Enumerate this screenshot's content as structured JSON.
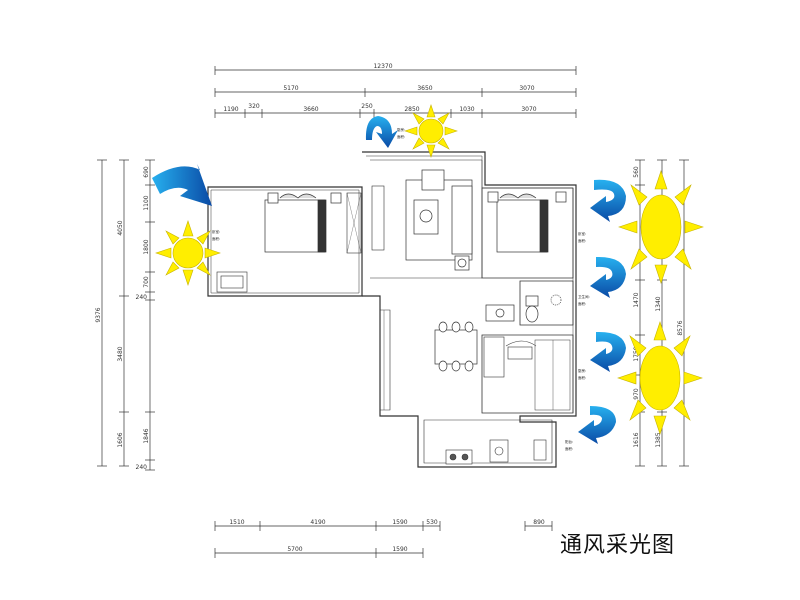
{
  "title": "通风采光图",
  "colors": {
    "wall": "#333333",
    "sun": "#ffee00",
    "sun_outline": "#c8b400",
    "arrow_top": "#1fa2e6",
    "arrow_bottom": "#0d4fa8",
    "dim_line": "#333333"
  },
  "dimensions": {
    "top_total": "12370",
    "top_mid": [
      "5170",
      "3650",
      "3070"
    ],
    "top_detail": [
      "1190",
      "320",
      "3660",
      "250",
      "2850",
      "1030",
      "3070"
    ],
    "left_total": "9376",
    "left_mid": [
      "4050",
      "3480",
      "1606"
    ],
    "left_detail": [
      "690",
      "1100",
      "1800",
      "700",
      "240",
      "1846",
      "240"
    ],
    "right_total": "8576",
    "right_mid": [
      "1340",
      "1616"
    ],
    "right_detail": [
      "560",
      "1470",
      "1750",
      "970",
      "1385"
    ],
    "bottom_detail": [
      "1510",
      "4190",
      "1590",
      "530",
      "890"
    ],
    "bottom_total": [
      "5700",
      "1590"
    ]
  },
  "room_labels": [
    [
      "卧室:",
      "面积:"
    ],
    [
      "厨房:",
      "面积:"
    ],
    [
      "卧室:",
      "面积:"
    ],
    [
      "卫生间:",
      "面积:"
    ],
    [
      "厨房:",
      "面积:"
    ],
    [
      "阳台:",
      "面积:"
    ]
  ],
  "icons": [
    "sun-icon",
    "airflow-arrow-icon",
    "bed-icon",
    "sofa-icon",
    "dining-table-icon",
    "toilet-icon",
    "stove-icon"
  ]
}
